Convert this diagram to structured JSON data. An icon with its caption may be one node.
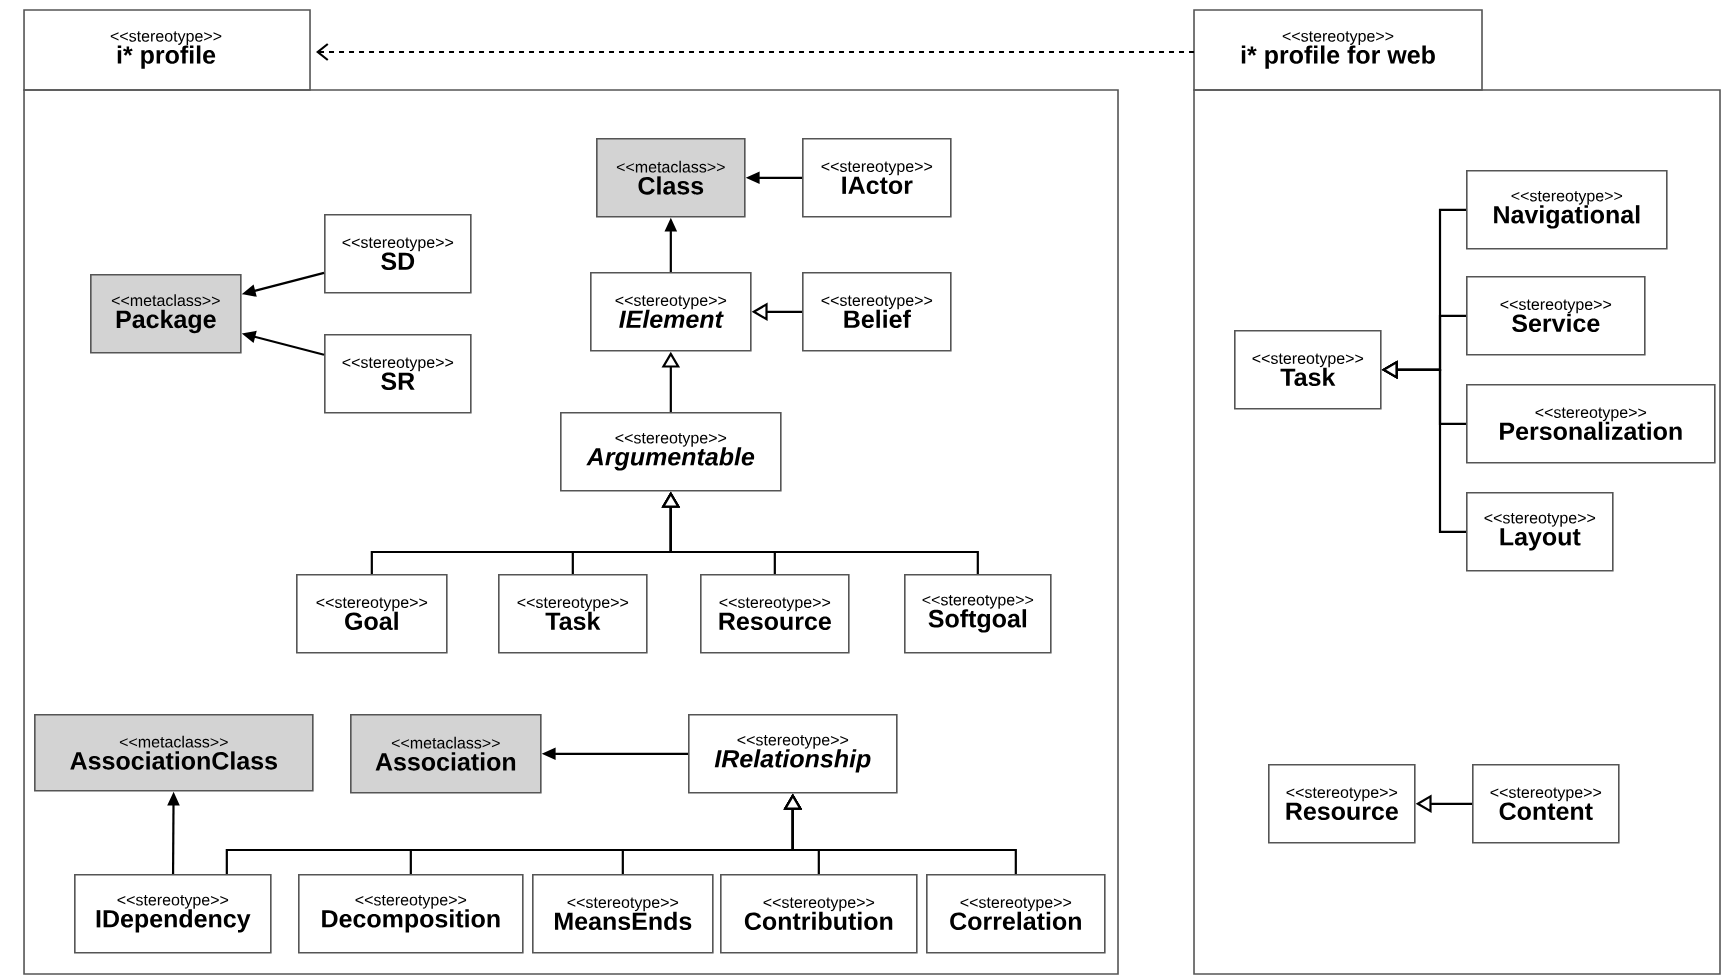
{
  "diagram": {
    "nodes": [
      {
        "text": [
          "<<stereotype>>",
          "i* profile"
        ]
      },
      {
        "text": [
          "<<metaclass>>",
          "Class"
        ],
        "in": 0
      },
      {
        "text": [
          "<<stereotype>>",
          "IActor"
        ],
        "in": 0
      },
      {
        "text": [
          "<<stereotype>>",
          "SD"
        ],
        "in": 0
      },
      {
        "text": [
          "<<metaclass>>",
          "Package"
        ],
        "in": 0
      },
      {
        "text": [
          "<<stereotype>>",
          "IElement"
        ],
        "in": 0
      },
      {
        "text": [
          "<<stereotype>>",
          "Belief"
        ],
        "in": 0
      },
      {
        "text": [
          "<<stereotype>>",
          "SR"
        ],
        "in": 0
      },
      {
        "text": [
          "<<stereotype>>",
          "Argumentable"
        ],
        "in": 0
      },
      {
        "text": [
          "<<stereotype>>",
          "Goal"
        ],
        "in": 0
      },
      {
        "text": [
          "<<stereotype>>",
          "Task"
        ],
        "in": 0
      },
      {
        "text": [
          "<<stereotype>>",
          "Resource"
        ],
        "in": 0
      },
      {
        "text": [
          "<<stereotype>>",
          "Softgoal"
        ],
        "in": 0
      },
      {
        "text": [
          "<<metaclass>>",
          "AssociationClass"
        ],
        "in": 0
      },
      {
        "text": [
          "<<metaclass>>",
          "Association"
        ],
        "in": 0
      },
      {
        "text": [
          "<<stereotype>>",
          "IRelationship"
        ],
        "in": 0
      },
      {
        "text": [
          "<<stereotype>>",
          "IDependency"
        ],
        "in": 0
      },
      {
        "text": [
          "<<stereotype>>",
          "Decomposition"
        ],
        "in": 0
      },
      {
        "text": [
          "<<stereotype>>",
          "MeansEnds"
        ],
        "in": 0
      },
      {
        "text": [
          "<<stereotype>>",
          "Contribution"
        ],
        "in": 0
      },
      {
        "text": [
          "<<stereotype>>",
          "Correlation"
        ],
        "in": 0
      },
      {
        "text": [
          "<<stereotype>>",
          "i* profile for web"
        ]
      },
      {
        "text": [
          "<<stereotype>>",
          "Navigational"
        ],
        "in": 21
      },
      {
        "text": [
          "<<stereotype>>",
          "Service"
        ],
        "in": 21
      },
      {
        "text": [
          "<<stereotype>>",
          "Task"
        ],
        "in": 21
      },
      {
        "text": [
          "<<stereotype>>",
          "Personalization"
        ],
        "in": 21
      },
      {
        "text": [
          "<<stereotype>>",
          "Layout"
        ],
        "in": 21
      },
      {
        "text": [
          "<<stereotype>>",
          "Resource"
        ],
        "in": 21
      },
      {
        "text": [
          "<<stereotype>>",
          "Content"
        ],
        "in": 21
      }
    ],
    "edges": [
      {
        "from": 21,
        "to": 0,
        "arrow": "to",
        "style": "dashed"
      },
      {
        "from": 2,
        "to": 1,
        "arrow": "to"
      },
      {
        "from": 3,
        "to": 4,
        "arrow": "to"
      },
      {
        "from": 7,
        "to": 4,
        "arrow": "to"
      },
      {
        "from": 5,
        "to": 1,
        "arrow": "to"
      },
      {
        "from": 6,
        "to": 5,
        "arrow": "to"
      },
      {
        "from": 8,
        "to": 5,
        "arrow": "to"
      },
      {
        "from": 9,
        "to": 8,
        "arrow": "to"
      },
      {
        "from": 10,
        "to": 8,
        "arrow": "to"
      },
      {
        "from": 11,
        "to": 8,
        "arrow": "to"
      },
      {
        "from": 12,
        "to": 8,
        "arrow": "to"
      },
      {
        "from": 15,
        "to": 14,
        "arrow": "to"
      },
      {
        "from": 16,
        "to": 13,
        "arrow": "to"
      },
      {
        "from": 16,
        "to": 15,
        "arrow": "to"
      },
      {
        "from": 17,
        "to": 15,
        "arrow": "to"
      },
      {
        "from": 18,
        "to": 15,
        "arrow": "to"
      },
      {
        "from": 19,
        "to": 15,
        "arrow": "to"
      },
      {
        "from": 20,
        "to": 15,
        "arrow": "to"
      },
      {
        "from": 22,
        "to": 24,
        "arrow": "to"
      },
      {
        "from": 23,
        "to": 24,
        "arrow": "to"
      },
      {
        "from": 25,
        "to": 24,
        "arrow": "to"
      },
      {
        "from": 26,
        "to": 24,
        "arrow": "to"
      },
      {
        "from": 28,
        "to": 27,
        "arrow": "to"
      }
    ]
  }
}
